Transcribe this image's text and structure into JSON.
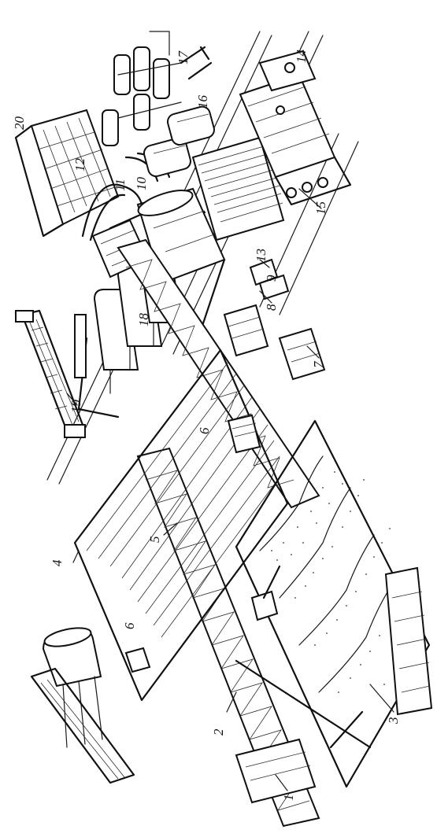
{
  "figure": {
    "background_color": "#ffffff",
    "ink_color": "#111111",
    "callouts": [
      {
        "id": "1",
        "label": "1"
      },
      {
        "id": "2",
        "label": "2"
      },
      {
        "id": "3",
        "label": "3"
      },
      {
        "id": "4",
        "label": "4"
      },
      {
        "id": "5",
        "label": "5"
      },
      {
        "id": "6a",
        "label": "6"
      },
      {
        "id": "6b",
        "label": "6"
      },
      {
        "id": "7",
        "label": "7"
      },
      {
        "id": "8",
        "label": "8"
      },
      {
        "id": "9",
        "label": "9"
      },
      {
        "id": "10",
        "label": "10"
      },
      {
        "id": "11",
        "label": "11"
      },
      {
        "id": "12",
        "label": "12"
      },
      {
        "id": "13",
        "label": "13"
      },
      {
        "id": "14",
        "label": "14"
      },
      {
        "id": "15",
        "label": "15"
      },
      {
        "id": "16",
        "label": "16"
      },
      {
        "id": "17",
        "label": "17"
      },
      {
        "id": "18",
        "label": "18"
      },
      {
        "id": "19",
        "label": "19"
      },
      {
        "id": "20",
        "label": "20"
      }
    ]
  }
}
